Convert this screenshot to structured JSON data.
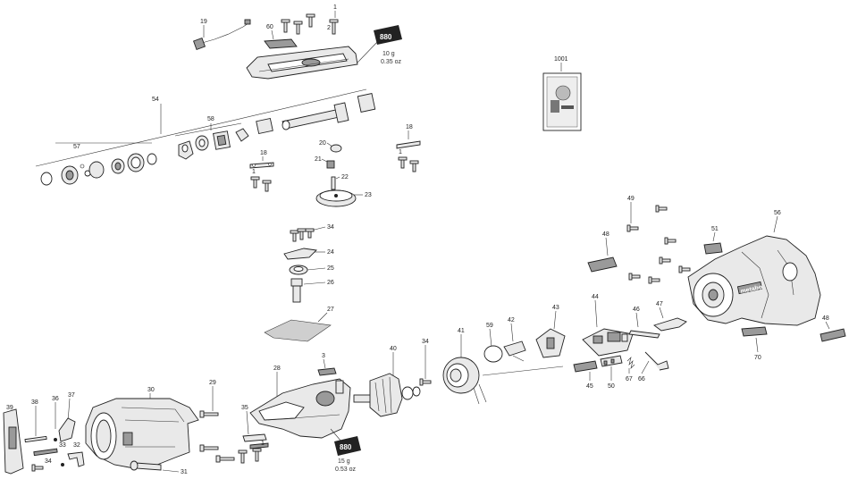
{
  "parts": {
    "p1": "1",
    "p2": "2",
    "p3": "3",
    "p18": "18",
    "p19": "19",
    "p20": "20",
    "p21": "21",
    "p22": "22",
    "p23": "23",
    "p24": "24",
    "p25": "25",
    "p26": "26",
    "p27": "27",
    "p28": "28",
    "p29": "29",
    "p30": "30",
    "p31": "31",
    "p32": "32",
    "p33": "33",
    "p34": "34",
    "p35": "35",
    "p36": "36",
    "p37": "37",
    "p38": "38",
    "p39": "39",
    "p40": "40",
    "p41": "41",
    "p42": "42",
    "p43": "43",
    "p44": "44",
    "p45": "45",
    "p46": "46",
    "p47": "47",
    "p48": "48",
    "p49": "49",
    "p50": "50",
    "p51": "51",
    "p54": "54",
    "p56": "56",
    "p57": "57",
    "p58": "58",
    "p59": "59",
    "p60": "60",
    "p66": "66",
    "p67": "67",
    "p70": "70",
    "p1001": "1001"
  },
  "grease": {
    "top": {
      "code": "880",
      "weight_g": "10 g",
      "weight_oz": "0.35 oz"
    },
    "bottom": {
      "code": "880",
      "weight_g": "15 g",
      "weight_oz": "0.53 oz"
    }
  },
  "brand": "metabo",
  "colors": {
    "line": "#222222",
    "fill": "#e9e9e9",
    "dark": "#9a9a9a",
    "tag": "#222222"
  }
}
